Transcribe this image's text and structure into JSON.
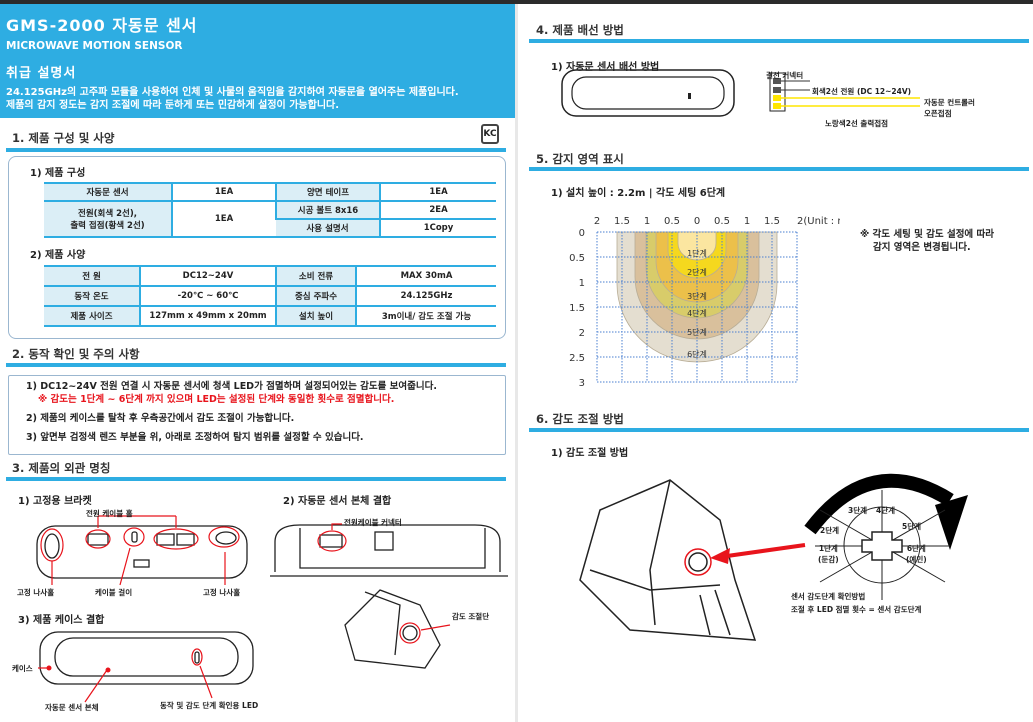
{
  "header": {
    "title": "GMS-2000  자동문 센서",
    "subtitle": "MICROWAVE MOTION SENSOR",
    "manual": "취급 설명서",
    "desc1": "24.125GHz의 고주파 모듈을 사용하여 인체 및 사물의 움직임을 감지하여 자동문을 열어주는 제품입니다.",
    "desc2": "제품의 감지 정도는 감지 조절에 따라 둔하게 또는 민감하게 설정이 가능합니다.",
    "cert_mark": "KC"
  },
  "section1": {
    "title": "1. 제품 구성 및 사양",
    "composition_title": "1) 제품 구성",
    "composition": {
      "r1": [
        "자동문 센서",
        "1EA",
        "양면 테이프",
        "1EA"
      ],
      "r2a": "전원(회색 2선),",
      "r2b": "출력 접점(황색 2선)",
      "r2qty": "1EA",
      "r2c": [
        "시공 볼트 8x16",
        "2EA"
      ],
      "r3": [
        "사용 설명서",
        "1Copy"
      ]
    },
    "spec_title": "2) 제품 사양",
    "spec": [
      [
        "전 원",
        "DC12~24V",
        "소비 전류",
        "MAX 30mA"
      ],
      [
        "동작 온도",
        "-20℃ ~ 60℃",
        "중심 주파수",
        "24.125GHz"
      ],
      [
        "제품 사이즈",
        "127mm x 49mm x 20mm",
        "설치 높이",
        "3m이내/ 감도 조절 가능"
      ]
    ]
  },
  "section2": {
    "title": "2. 동작 확인 및 주의 사항",
    "items": [
      "1) DC12~24V 전원 연결 시 자동문 센서에 청색 LED가 점멸하며 설정되어있는 감도를 보여줍니다.",
      "※ 감도는 1단계 ~ 6단계 까지 있으며 LED는 설정된 단계와 동일한 횟수로 점멸합니다.",
      "2) 제품의 케이스를 탈착 후 우측공간에서 감도 조절이 가능합니다.",
      "3) 앞면부 검정색 렌즈 부분을 위, 아래로 조정하여 탐지 범위를 설정할 수 있습니다."
    ]
  },
  "section3": {
    "title": "3. 제품의 외관 명칭",
    "bracket_title": "1) 고정용 브라켓",
    "cable_hole": "전원 케이블 홀",
    "screw_left": "고정 나사홀",
    "cable_hook": "케이블 걸이",
    "screw_right": "고정 나사홀",
    "body_title": "2) 자동문 센서 본체 결합",
    "connector": "전원케이블 커넥터",
    "adjust": "감도 조절단",
    "case_title": "3) 제품 케이스 결합",
    "case": "케이스",
    "body": "자동문 센서 본체",
    "led": "동작 및 감도 단계 확인용 LED"
  },
  "section4": {
    "title": "4. 제품 배선 방법",
    "sub": "1) 자동문 센서 배선 방법",
    "connector": "결선 커넥터",
    "power": "회색2선 전원 (DC 12~24V)",
    "controller": "자동문 컨트롤러",
    "open": "오픈접점",
    "output": "노랑색2선 출력접점"
  },
  "section5": {
    "title": "5. 감지 영역 표시",
    "sub": "1) 설치 높이 : 2.2m  |  각도 세팅 6단계",
    "note1": "※ 각도 세팅 및 감도 설정에 따라",
    "note2": "감지 영역은 변경됩니다.",
    "x_ticks": [
      "2",
      "1.5",
      "1",
      "0.5",
      "0",
      "0.5",
      "1",
      "1.5",
      "2(Unit : m)"
    ],
    "y_ticks": [
      "0",
      "0.5",
      "1",
      "1.5",
      "2",
      "2.5",
      "3"
    ],
    "zones": [
      {
        "label": "6단계",
        "halfwidth_m": 1.6,
        "depth_m": 2.6,
        "color": "#e4ded0"
      },
      {
        "label": "5단계",
        "halfwidth_m": 1.24,
        "depth_m": 2.14,
        "color": "#d9c09c"
      },
      {
        "label": "4단계",
        "halfwidth_m": 1.02,
        "depth_m": 1.72,
        "color": "#d8cc6a"
      },
      {
        "label": "3단계",
        "halfwidth_m": 0.82,
        "depth_m": 1.4,
        "color": "#ecc04a"
      },
      {
        "label": "2단계",
        "halfwidth_m": 0.58,
        "depth_m": 0.92,
        "color": "#f5d81e"
      },
      {
        "label": "1단계",
        "halfwidth_m": 0.38,
        "depth_m": 0.56,
        "color": "#fbe6a0"
      }
    ]
  },
  "section6": {
    "title": "6. 감도 조절 방법",
    "sub": "1) 감도 조절 방법",
    "steps": [
      "1단계",
      "(둔감)",
      "2단계",
      "3단계",
      "4단계",
      "5단계",
      "6단계",
      "(예민)"
    ],
    "check1": "센서 감도단계 확인방법",
    "check2": "조절 후 LED 점멸 횟수 = 센서 감도단계"
  },
  "colors": {
    "accent": "#2eade2",
    "red": "#e8141c",
    "yellow": "#ffe600"
  }
}
